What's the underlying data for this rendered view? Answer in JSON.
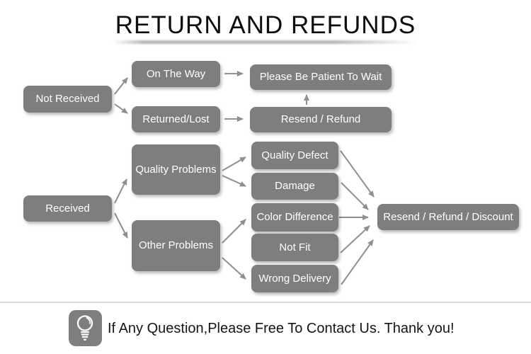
{
  "header": {
    "title": "RETURN AND REFUNDS"
  },
  "colors": {
    "node_fill": "#7e7e7e",
    "node_text": "#ffffff",
    "arrow": "#8f8f8f",
    "title_text": "#0d0d0d",
    "separator": "#d9d9d9",
    "background": "#ffffff"
  },
  "flow": {
    "not_received": {
      "label": "Not Received"
    },
    "on_the_way": {
      "label": "On The Way"
    },
    "returned_lost": {
      "label": "Returned/Lost"
    },
    "please_wait": {
      "label": "Please Be Patient To Wait"
    },
    "resend_refund": {
      "label": "Resend / Refund"
    },
    "received": {
      "label": "Received"
    },
    "quality_problems": {
      "label": "Quality Problems"
    },
    "other_problems": {
      "label": "Other Problems"
    },
    "quality_defect": {
      "label": "Quality Defect"
    },
    "damage": {
      "label": "Damage"
    },
    "color_difference": {
      "label": "Color Difference"
    },
    "not_fit": {
      "label": "Not Fit"
    },
    "wrong_delivery": {
      "label": "Wrong Delivery"
    },
    "resend_refund_discount": {
      "label": "Resend / Refund / Discount"
    }
  },
  "edges": [
    {
      "from": "not_received",
      "to": "on_the_way"
    },
    {
      "from": "not_received",
      "to": "returned_lost"
    },
    {
      "from": "on_the_way",
      "to": "please_wait"
    },
    {
      "from": "returned_lost",
      "to": "resend_refund"
    },
    {
      "from": "resend_refund",
      "to": "please_wait"
    },
    {
      "from": "received",
      "to": "quality_problems"
    },
    {
      "from": "received",
      "to": "other_problems"
    },
    {
      "from": "quality_problems",
      "to": "quality_defect"
    },
    {
      "from": "quality_problems",
      "to": "damage"
    },
    {
      "from": "other_problems",
      "to": "color_difference"
    },
    {
      "from": "other_problems",
      "to": "wrong_delivery"
    },
    {
      "from": "quality_defect",
      "to": "resend_refund_discount"
    },
    {
      "from": "damage",
      "to": "resend_refund_discount"
    },
    {
      "from": "color_difference",
      "to": "resend_refund_discount"
    },
    {
      "from": "not_fit",
      "to": "resend_refund_discount"
    },
    {
      "from": "wrong_delivery",
      "to": "resend_refund_discount"
    }
  ],
  "footer": {
    "icon": "lightbulb-icon",
    "message": "If Any Question,Please Free To Contact Us. Thank you!"
  }
}
